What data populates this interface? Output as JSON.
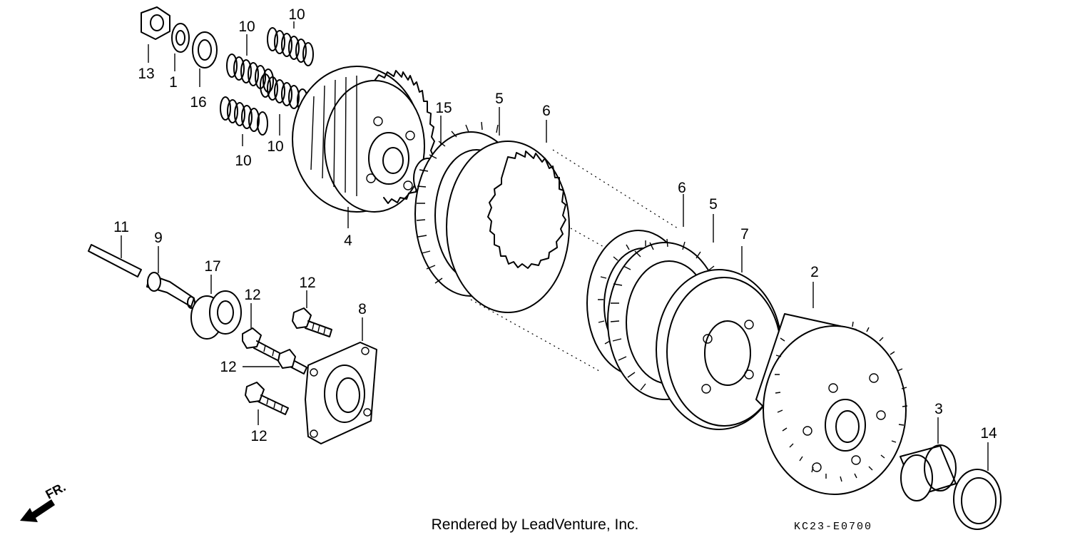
{
  "diagram": {
    "callouts": [
      {
        "id": "c13",
        "text": "13"
      },
      {
        "id": "c1",
        "text": "1"
      },
      {
        "id": "c16",
        "text": "16"
      },
      {
        "id": "c10a",
        "text": "10"
      },
      {
        "id": "c10b",
        "text": "10"
      },
      {
        "id": "c10c",
        "text": "10"
      },
      {
        "id": "c10d",
        "text": "10"
      },
      {
        "id": "c4",
        "text": "4"
      },
      {
        "id": "c15",
        "text": "15"
      },
      {
        "id": "c5a",
        "text": "5"
      },
      {
        "id": "c6a",
        "text": "6"
      },
      {
        "id": "c6b",
        "text": "6"
      },
      {
        "id": "c5b",
        "text": "5"
      },
      {
        "id": "c7",
        "text": "7"
      },
      {
        "id": "c2",
        "text": "2"
      },
      {
        "id": "c11",
        "text": "11"
      },
      {
        "id": "c9",
        "text": "9"
      },
      {
        "id": "c17",
        "text": "17"
      },
      {
        "id": "c12a",
        "text": "12"
      },
      {
        "id": "c12b",
        "text": "12"
      },
      {
        "id": "c12c",
        "text": "12"
      },
      {
        "id": "c12d",
        "text": "12"
      },
      {
        "id": "c8",
        "text": "8"
      },
      {
        "id": "c3",
        "text": "3"
      },
      {
        "id": "c14",
        "text": "14"
      }
    ],
    "direction_label": "FR.",
    "footer_text": "Rendered by LeadVenture, Inc.",
    "diagram_code": "KC23-E0700"
  }
}
